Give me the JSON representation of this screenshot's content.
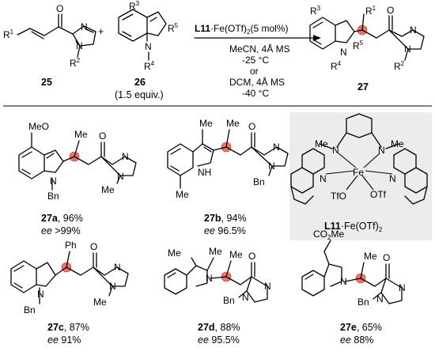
{
  "scheme": {
    "reactant1": {
      "label": "25",
      "r1": "R",
      "r1_sup": "1",
      "r2": "R",
      "r2_sup": "2",
      "o": "O",
      "n": "N"
    },
    "reactant2": {
      "label": "26",
      "equiv": "(1.5 equiv.)",
      "r3": "R",
      "r3_sup": "3",
      "r4": "R",
      "r4_sup": "4",
      "r5": "R",
      "r5_sup": "5",
      "n": "N"
    },
    "plus": "+",
    "catalyst": {
      "name": "L11",
      "dot": "·",
      "metal": "Fe(OTf)",
      "metal_sub": "2",
      "loading": "(5 mol%)"
    },
    "conditions": [
      "MeCN, 4Å MS",
      "-25 °C",
      "or",
      "DCM, 4Å MS",
      "-40 °C"
    ],
    "product": {
      "label": "27",
      "r1": "R",
      "r1_sup": "1",
      "r2": "R",
      "r2_sup": "2",
      "r3": "R",
      "r3_sup": "3",
      "r4": "R",
      "r4_sup": "4",
      "r5": "R",
      "r5_sup": "5"
    }
  },
  "examples": [
    {
      "id": "27a",
      "yield": ", 96%",
      "ee_label": "ee",
      "ee_value": " >99%",
      "subs": [
        "MeO",
        "Me",
        "Bn",
        "Me"
      ]
    },
    {
      "id": "27b",
      "yield": ", 94%",
      "ee_label": "ee",
      "ee_value": " 96.5%",
      "subs": [
        "Me",
        "Me",
        "NH",
        "Me",
        "Bn"
      ]
    },
    {
      "id": "27c",
      "yield": ", 87%",
      "ee_label": "ee",
      "ee_value": " 91%",
      "subs": [
        "Ph",
        "Bn",
        "Me"
      ]
    },
    {
      "id": "27d",
      "yield": ", 88%",
      "ee_label": "ee",
      "ee_value": " 95.5%",
      "subs": [
        "Me",
        "Me",
        "Me",
        "Bn"
      ]
    },
    {
      "id": "27e",
      "yield": ", 65%",
      "ee_label": "ee",
      "ee_value": " 88%",
      "subs": [
        "CO",
        "2",
        "Me",
        "Me",
        "Bn"
      ]
    }
  ],
  "ligand": {
    "name": "L11",
    "dot": "·",
    "metal": "Fe(OTf)",
    "metal_sub": "2",
    "atoms": [
      "Me",
      "N",
      "N",
      "Me",
      "Fe",
      "N",
      "N",
      "TfO",
      "OTf"
    ],
    "panel_color": "#ececec"
  },
  "colors": {
    "stereocenter": "#f05a4a"
  }
}
